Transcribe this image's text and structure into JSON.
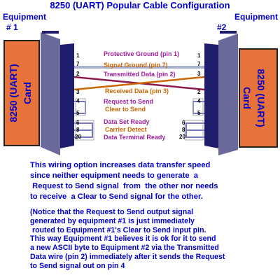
{
  "title": "8250 (UART)  Popular Cable Configuration",
  "equipment_left": {
    "line1": "Equipment",
    "line2": "# 1"
  },
  "equipment_right": {
    "line1": "Equipment",
    "line2": "#2"
  },
  "card_left": {
    "line1": "8250 (UART)",
    "line2": "Card"
  },
  "card_right": {
    "line1": "8250 (UART)",
    "line2": "Card"
  },
  "pins": {
    "p1": "1",
    "p7": "7",
    "p2": "2",
    "p3": "3",
    "p4": "4",
    "p5": "5",
    "p6": "6",
    "p8": "8",
    "p20": "20"
  },
  "signals": {
    "protective_ground": "Protective Ground (pin 1)",
    "signal_ground": "Signal Ground (pin 7)",
    "transmitted_data": "Transmitted Data (pin 2)",
    "received_data": "Received Data (pin 3)",
    "request_to_send": "Request to Send",
    "clear_to_send": "Clear to Send",
    "data_set_ready": "Data Set Ready",
    "carrier_detect": "Carrier Detect",
    "data_terminal_ready": "Data Terminal Ready"
  },
  "colors": {
    "title": "#0000cc",
    "equipment": "#0000cc",
    "card_fill": "#e8733a",
    "card_text": "#0000cc",
    "connector": "#1d1d6b",
    "connector_side": "#6a6a9a",
    "purple": "#a020a0",
    "orange": "#cc6600",
    "maroon": "#8b1a4a"
  },
  "description": {
    "para1": [
      "This wiring option increases data transfer speed",
      "since neither equipment needs to generate  a",
      " Request to Send signal  from  the other nor needs",
      "to receive  a Clear to Send signal for the other."
    ],
    "para2": [
      "(Notice that the Request to Send output signal",
      "generated by equipment #1 is just immediately",
      " routed to Equipment #1's Clear to Send input pin.",
      "This way Equipment #1 believes it is ok for it to send",
      "a new ASCII byte to Equipment #2 via the Transmitted",
      "Data wire (pin 2) immediately after it sends the Request",
      "to Send signal out on pin 4"
    ]
  }
}
